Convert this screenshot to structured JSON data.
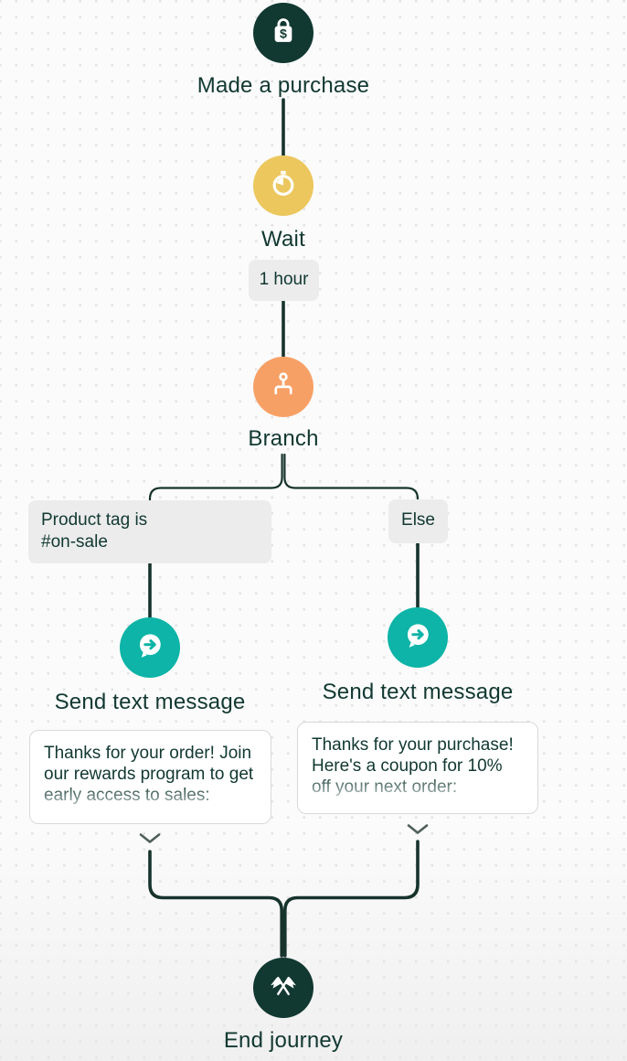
{
  "app": {
    "name": "Customer journey builder canvas"
  },
  "colors": {
    "background": "#fbfbfb",
    "dot_grid": "#e3e3e3",
    "text": "#113831",
    "connector": "#16332c",
    "trigger_node": "#113831",
    "wait_node": "#ecc75e",
    "branch_node": "#f7a066",
    "message_node": "#0db4a7",
    "end_node": "#113831",
    "chip_background": "#ececec",
    "card_border": "#d9d9d9",
    "chevron": "#4f5f5a"
  },
  "flow": {
    "trigger": {
      "icon": "purchase-bag-icon",
      "label": "Made a purchase"
    },
    "wait": {
      "icon": "stopwatch-icon",
      "label": "Wait",
      "duration": "1 hour"
    },
    "branch": {
      "icon": "branch-icon",
      "label": "Branch"
    },
    "left_path": {
      "condition": "Product tag is\n#on-sale",
      "action": {
        "icon": "send-message-icon",
        "label": "Send text message",
        "message": "Thanks for your order! Join our rewards program to get early access to sales:"
      }
    },
    "right_path": {
      "condition": "Else",
      "action": {
        "icon": "send-message-icon",
        "label": "Send text message",
        "message": "Thanks for your purchase! Here's a coupon for 10% off your next order:"
      }
    },
    "end": {
      "icon": "end-flags-icon",
      "label": "End journey"
    }
  }
}
